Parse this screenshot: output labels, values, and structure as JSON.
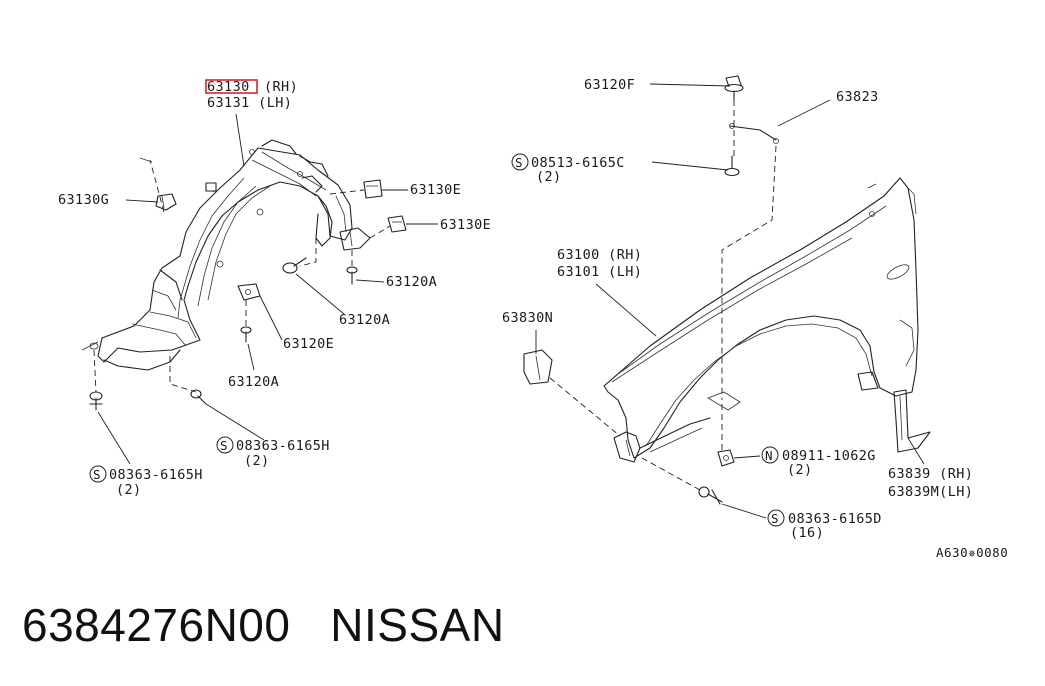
{
  "labels": {
    "l_63130": "63130",
    "l_63130_rh": "(RH)",
    "l_63131": "63131 (LH)",
    "l_63130g": "63130G",
    "l_63130e_a": "63130E",
    "l_63130e_b": "63130E",
    "l_63120a_a": "63120A",
    "l_63120a_b": "63120A",
    "l_63120e": "63120E",
    "l_63120a_c": "63120A",
    "l_08363_h_a": "08363-6165H",
    "l_08363_h_a_qty": "(2)",
    "l_08363_h_b": "08363-6165H",
    "l_08363_h_b_qty": "(2)",
    "l_63120f": "63120F",
    "l_63823": "63823",
    "l_08513": "08513-6165C",
    "l_08513_qty": "(2)",
    "l_63100": "63100 (RH)",
    "l_63101": "63101 (LH)",
    "l_63830n": "63830N",
    "l_08911": "08911-1062G",
    "l_08911_qty": "(2)",
    "l_63839": "63839 (RH)",
    "l_63839m": "63839M(LH)",
    "l_08363_d": "08363-6165D",
    "l_08363_d_qty": "(16)",
    "l_ref": "A630✵0080",
    "prefix_s": "S",
    "prefix_n": "N"
  },
  "caption": "6384276N00   NISSAN",
  "highlight_color": "#e0202a"
}
